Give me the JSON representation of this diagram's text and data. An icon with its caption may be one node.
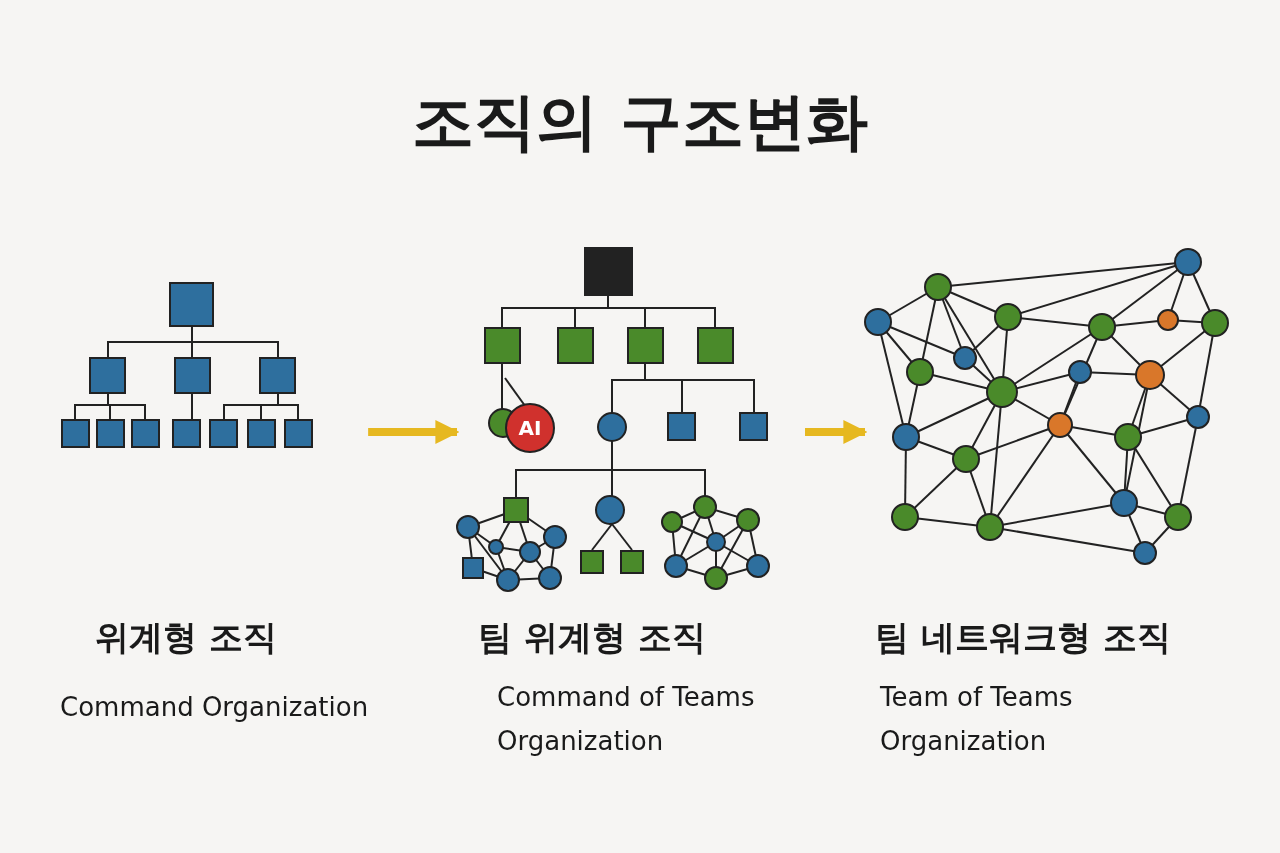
{
  "diagram": {
    "title": "조직의 구조변화",
    "nodes": [
      {
        "text": [
          "위계형 조직",
          "Command Organization"
        ]
      },
      {
        "text": [
          "팀 위계형 조직",
          "Command of Teams Organization"
        ]
      },
      {
        "text": [
          "AI"
        ],
        "in": 1
      },
      {
        "text": [
          "팀 네트워크형 조직",
          "Team of Teams Organization"
        ]
      }
    ],
    "edges": [
      {
        "from": 0,
        "to": 1,
        "arrow": "to"
      },
      {
        "from": 1,
        "to": 3,
        "arrow": "to"
      }
    ]
  }
}
